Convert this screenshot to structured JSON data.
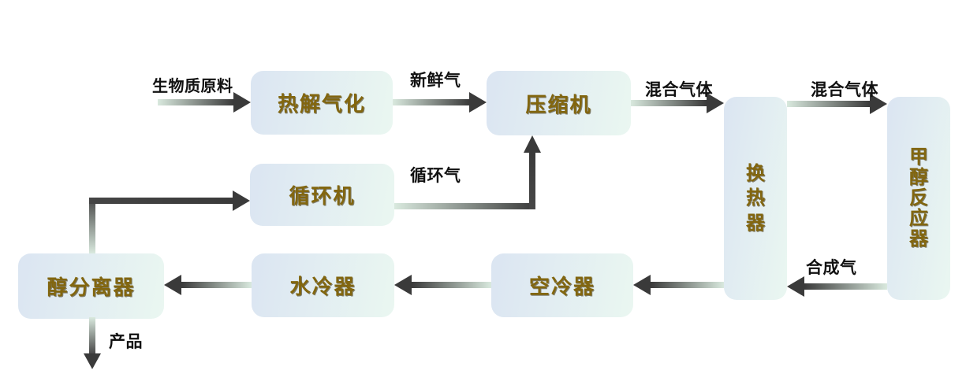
{
  "diagram": {
    "type": "process-flow",
    "nodes": [
      {
        "id": "pyrolysis",
        "label": "热解气化"
      },
      {
        "id": "compressor",
        "label": "压缩机"
      },
      {
        "id": "heat-exchanger",
        "label": "换热器",
        "orientation": "vertical"
      },
      {
        "id": "methanol-reactor",
        "label": "甲醇反应器",
        "orientation": "vertical"
      },
      {
        "id": "recycler",
        "label": "循环机"
      },
      {
        "id": "air-cooler",
        "label": "空冷器"
      },
      {
        "id": "water-cooler",
        "label": "水冷器"
      },
      {
        "id": "separator",
        "label": "醇分离器"
      }
    ],
    "flows": {
      "biomass": {
        "label": "生物质原料",
        "from": "external",
        "to": "pyrolysis"
      },
      "fresh_gas": {
        "label": "新鲜气",
        "from": "pyrolysis",
        "to": "compressor"
      },
      "mixed_gas_1": {
        "label": "混合气体",
        "from": "compressor",
        "to": "heat-exchanger"
      },
      "mixed_gas_2": {
        "label": "混合气体",
        "from": "heat-exchanger",
        "to": "methanol-reactor"
      },
      "recycle_gas": {
        "label": "循环气",
        "from": "recycler",
        "to": "compressor"
      },
      "syngas": {
        "label": "合成气",
        "from": "methanol-reactor",
        "to": "heat-exchanger"
      },
      "separator_to_recycler": {
        "label": "",
        "from": "separator",
        "to": "recycler"
      },
      "exchanger_to_aircooler": {
        "label": "",
        "from": "heat-exchanger",
        "to": "air-cooler"
      },
      "aircooler_to_watercooler": {
        "label": "",
        "from": "air-cooler",
        "to": "water-cooler"
      },
      "watercooler_to_separator": {
        "label": "",
        "from": "water-cooler",
        "to": "separator"
      },
      "product": {
        "label": "产品",
        "from": "separator",
        "to": "external"
      }
    },
    "colors": {
      "box_gradient_start": "#dbe5f2",
      "box_gradient_end": "#eaf7f1",
      "box_text": "#82660f",
      "arrow_dark": "#3a3a3a",
      "arrow_light": "#d9e9de",
      "flow_text": "#111111",
      "background": "#ffffff"
    }
  }
}
